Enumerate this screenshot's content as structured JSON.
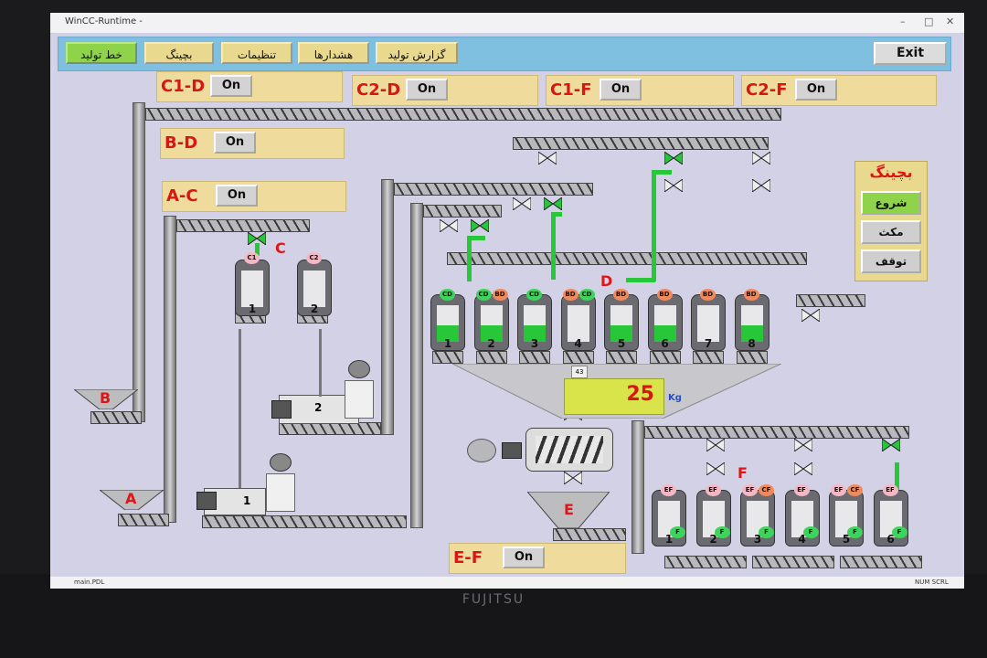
{
  "window": {
    "title": "WinCC-Runtime -"
  },
  "nav": {
    "tabs": [
      "خط تولید",
      "بچینگ",
      "تنظیمات",
      "هشدارها",
      "گزارش تولید"
    ],
    "exit_label": "Exit"
  },
  "panels": {
    "c1d": {
      "label": "C1-D",
      "state": "On"
    },
    "c2d": {
      "label": "C2-D",
      "state": "On"
    },
    "c1f": {
      "label": "C1-F",
      "state": "On"
    },
    "c2f": {
      "label": "C2-F",
      "state": "On"
    },
    "bd": {
      "label": "B-D",
      "state": "On"
    },
    "ac": {
      "label": "A-C",
      "state": "On"
    },
    "ef": {
      "label": "E-F",
      "state": "On"
    }
  },
  "batching": {
    "title": "بچینگ",
    "start": "شروع",
    "pause": "مکث",
    "stop": "توقف"
  },
  "area_labels": {
    "a": "A",
    "b": "B",
    "c": "C",
    "d": "D",
    "e": "E",
    "f": "F"
  },
  "silos_c": [
    {
      "num": "1",
      "tag": "C1"
    },
    {
      "num": "2",
      "tag": "C2"
    }
  ],
  "silos_d": [
    {
      "num": "1",
      "tags": [
        "CD"
      ],
      "fill": 0.45
    },
    {
      "num": "2",
      "tags": [
        "CD",
        "BD"
      ],
      "fill": 0.45
    },
    {
      "num": "3",
      "tags": [
        "CD"
      ],
      "fill": 0.45
    },
    {
      "num": "4",
      "tags": [
        "BD",
        "CD"
      ],
      "fill": 0.0
    },
    {
      "num": "5",
      "tags": [
        "BD"
      ],
      "fill": 0.45
    },
    {
      "num": "6",
      "tags": [
        "BD"
      ],
      "fill": 0.45
    },
    {
      "num": "7",
      "tags": [
        "BD"
      ],
      "fill": 0.0
    },
    {
      "num": "8",
      "tags": [
        "BD"
      ],
      "fill": 0.45
    }
  ],
  "silos_f": [
    {
      "num": "1",
      "top": [
        "EF"
      ],
      "bottom": "F"
    },
    {
      "num": "2",
      "top": [
        "EF"
      ],
      "bottom": "F"
    },
    {
      "num": "3",
      "top": [
        "EF",
        "CF"
      ],
      "bottom": "F"
    },
    {
      "num": "4",
      "top": [
        "EF"
      ],
      "bottom": "F"
    },
    {
      "num": "5",
      "top": [
        "EF",
        "CF"
      ],
      "bottom": "F"
    },
    {
      "num": "6",
      "top": [
        "EF"
      ],
      "bottom": "F"
    }
  ],
  "mixers": [
    {
      "num": "1"
    },
    {
      "num": "2"
    }
  ],
  "weighing": {
    "value": "25",
    "unit": "Kg",
    "tooltip": "43"
  },
  "statusbar": {
    "file": "main.PDL",
    "indicators": "NUM SCRL"
  },
  "colors": {
    "active_green": "#27c739",
    "label_red": "#d81616",
    "panel_yellow": "#efdc9d",
    "nav_blue": "#7fbfe0"
  },
  "monitor": {
    "brand": "FUJITSU"
  }
}
